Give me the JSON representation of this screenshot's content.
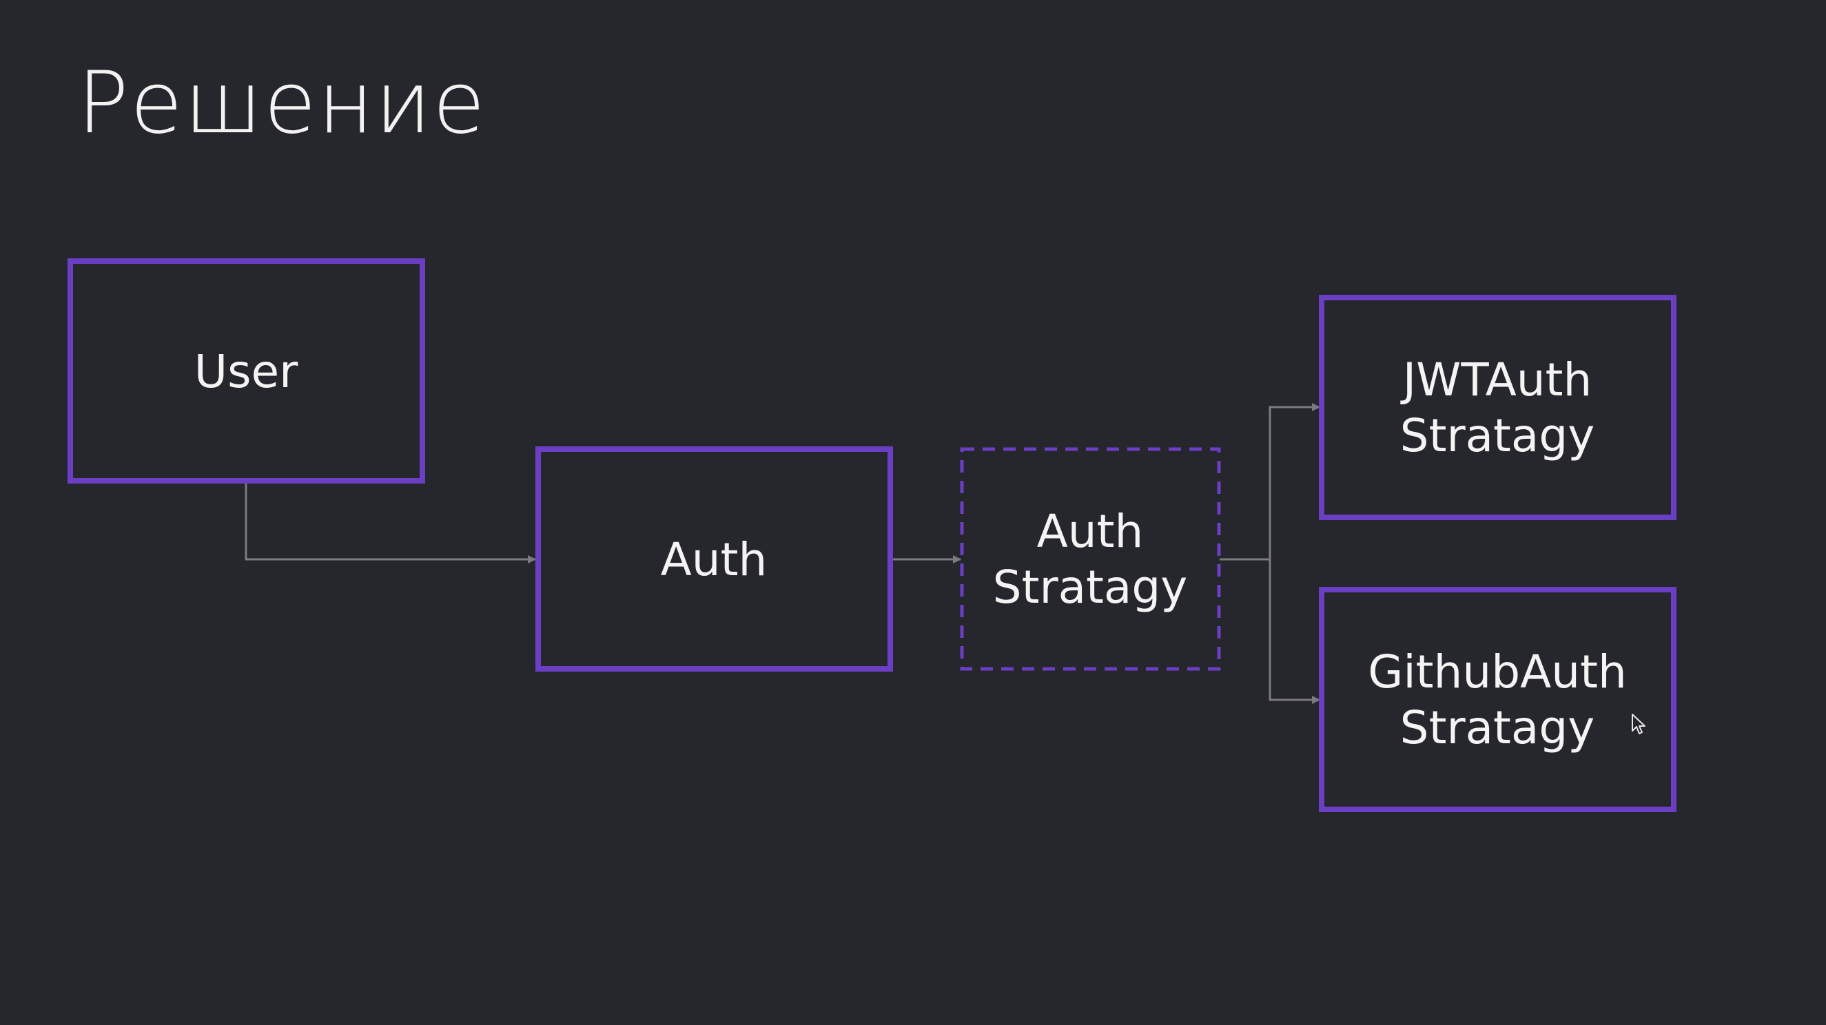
{
  "slide": {
    "title": "Решение"
  },
  "diagram": {
    "accent_color": "#6a3fc4",
    "connector_color": "#7b7b80",
    "nodes": {
      "user": {
        "lines": [
          "User"
        ],
        "style": "solid"
      },
      "auth": {
        "lines": [
          "Auth"
        ],
        "style": "solid"
      },
      "auth_strategy": {
        "lines": [
          "Auth",
          "Stratagy"
        ],
        "style": "dashed"
      },
      "jwt_auth_strategy": {
        "lines": [
          "JWTAuth",
          "Stratagy"
        ],
        "style": "solid"
      },
      "github_auth_strategy": {
        "lines": [
          "GithubAuth",
          "Stratagy"
        ],
        "style": "solid"
      }
    },
    "edges": [
      {
        "from": "user",
        "to": "auth"
      },
      {
        "from": "auth",
        "to": "auth_strategy"
      },
      {
        "from": "auth_strategy",
        "to": "jwt_auth_strategy"
      },
      {
        "from": "auth_strategy",
        "to": "github_auth_strategy"
      }
    ]
  },
  "icons": {
    "cursor": "mouse-pointer-icon"
  }
}
